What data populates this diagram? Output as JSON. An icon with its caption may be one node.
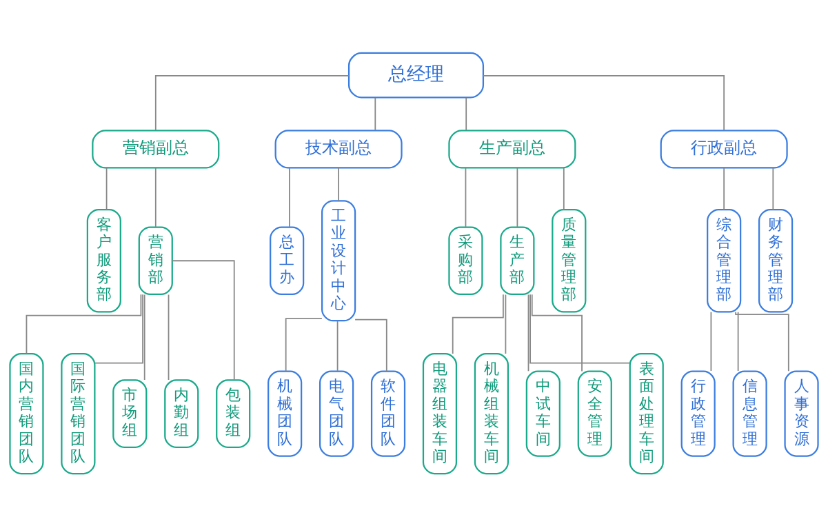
{
  "diagram": {
    "nodes": [
      {
        "text": [
          "总经理"
        ]
      },
      {
        "text": [
          "营销副总"
        ]
      },
      {
        "text": [
          "技术副总"
        ]
      },
      {
        "text": [
          "生产副总"
        ]
      },
      {
        "text": [
          "行政副总"
        ]
      },
      {
        "text": [
          "客户服务部"
        ]
      },
      {
        "text": [
          "营销部"
        ]
      },
      {
        "text": [
          "总工办"
        ]
      },
      {
        "text": [
          "工业设计中心"
        ]
      },
      {
        "text": [
          "采购部"
        ]
      },
      {
        "text": [
          "生产部"
        ]
      },
      {
        "text": [
          "质量管理部"
        ]
      },
      {
        "text": [
          "综合管理部"
        ]
      },
      {
        "text": [
          "财务管理部"
        ]
      },
      {
        "text": [
          "国内营销团队"
        ]
      },
      {
        "text": [
          "国际营销团队"
        ]
      },
      {
        "text": [
          "市场组"
        ]
      },
      {
        "text": [
          "内勤组"
        ]
      },
      {
        "text": [
          "包装组"
        ]
      },
      {
        "text": [
          "机械团队"
        ]
      },
      {
        "text": [
          "电气团队"
        ]
      },
      {
        "text": [
          "软件团队"
        ]
      },
      {
        "text": [
          "电器组装车间"
        ]
      },
      {
        "text": [
          "机械组装车间"
        ]
      },
      {
        "text": [
          "中试车间"
        ]
      },
      {
        "text": [
          "安全管理"
        ]
      },
      {
        "text": [
          "表面处理车间"
        ]
      },
      {
        "text": [
          "行政管理"
        ]
      },
      {
        "text": [
          "信息管理"
        ]
      },
      {
        "text": [
          "人事资源"
        ]
      }
    ],
    "edges": [
      {
        "from": 0,
        "to": 1,
        "arrow": "none"
      },
      {
        "from": 0,
        "to": 2,
        "arrow": "none"
      },
      {
        "from": 0,
        "to": 3,
        "arrow": "none"
      },
      {
        "from": 0,
        "to": 4,
        "arrow": "none"
      },
      {
        "from": 1,
        "to": 5,
        "arrow": "none"
      },
      {
        "from": 1,
        "to": 6,
        "arrow": "none"
      },
      {
        "from": 2,
        "to": 7,
        "arrow": "none"
      },
      {
        "from": 2,
        "to": 8,
        "arrow": "none"
      },
      {
        "from": 3,
        "to": 9,
        "arrow": "none"
      },
      {
        "from": 3,
        "to": 10,
        "arrow": "none"
      },
      {
        "from": 3,
        "to": 11,
        "arrow": "none"
      },
      {
        "from": 4,
        "to": 12,
        "arrow": "none"
      },
      {
        "from": 4,
        "to": 13,
        "arrow": "none"
      },
      {
        "from": 6,
        "to": 14,
        "arrow": "none"
      },
      {
        "from": 6,
        "to": 15,
        "arrow": "none"
      },
      {
        "from": 6,
        "to": 16,
        "arrow": "none"
      },
      {
        "from": 6,
        "to": 17,
        "arrow": "none"
      },
      {
        "from": 6,
        "to": 18,
        "arrow": "none"
      },
      {
        "from": 8,
        "to": 19,
        "arrow": "none"
      },
      {
        "from": 8,
        "to": 20,
        "arrow": "none"
      },
      {
        "from": 8,
        "to": 21,
        "arrow": "none"
      },
      {
        "from": 10,
        "to": 22,
        "arrow": "none"
      },
      {
        "from": 10,
        "to": 23,
        "arrow": "none"
      },
      {
        "from": 10,
        "to": 24,
        "arrow": "none"
      },
      {
        "from": 10,
        "to": 25,
        "arrow": "none"
      },
      {
        "from": 10,
        "to": 26,
        "arrow": "none"
      },
      {
        "from": 12,
        "to": 27,
        "arrow": "none"
      },
      {
        "from": 12,
        "to": 28,
        "arrow": "none"
      },
      {
        "from": 12,
        "to": 29,
        "arrow": "none"
      }
    ]
  }
}
